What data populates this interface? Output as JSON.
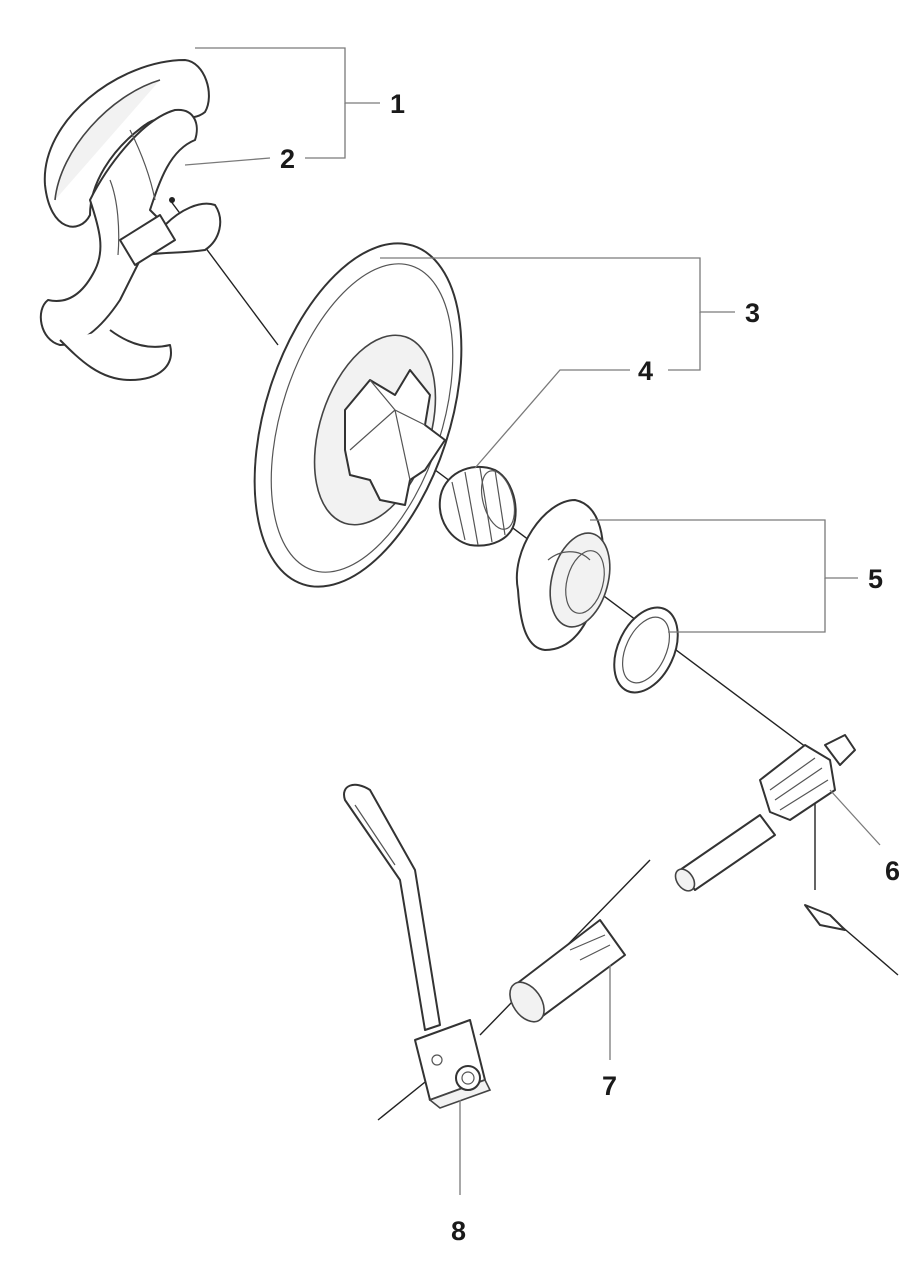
{
  "callouts": [
    {
      "id": "1",
      "label": "1"
    },
    {
      "id": "2",
      "label": "2"
    },
    {
      "id": "3",
      "label": "3"
    },
    {
      "id": "4",
      "label": "4"
    },
    {
      "id": "5",
      "label": "5"
    },
    {
      "id": "6",
      "label": "6"
    },
    {
      "id": "7",
      "label": "7"
    },
    {
      "id": "8",
      "label": "8"
    }
  ],
  "colors": {
    "line": "#333333",
    "leader": "#7a7a7a",
    "fill": "#ffffff"
  }
}
